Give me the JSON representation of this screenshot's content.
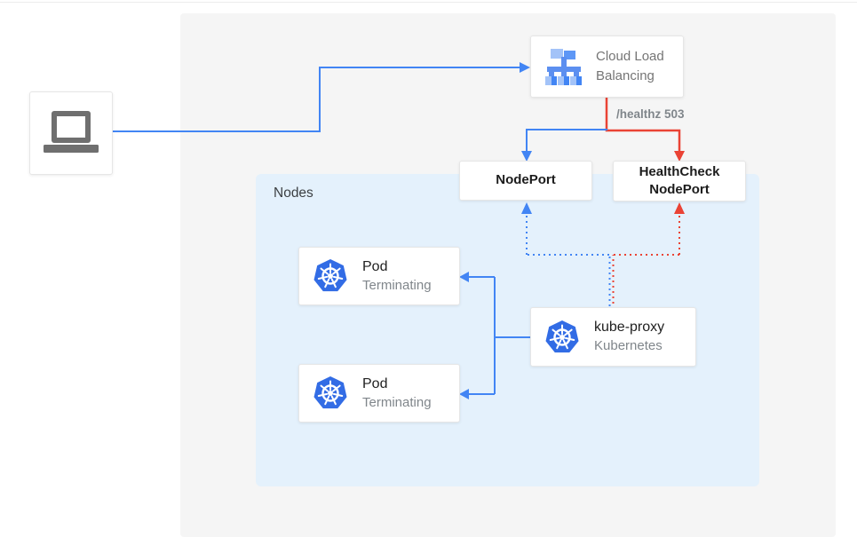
{
  "client": {
    "icon": "laptop-icon"
  },
  "load_balancer": {
    "label": "Cloud Load\nBalancing",
    "icon": "cloud-load-balancing-icon"
  },
  "healthz": {
    "label": "/healthz 503"
  },
  "nodeport": {
    "label": "NodePort"
  },
  "healthcheck_nodeport": {
    "label": "HealthCheck\nNodePort"
  },
  "nodes_group": {
    "label": "Nodes"
  },
  "pods": [
    {
      "title": "Pod",
      "subtitle": "Terminating",
      "icon": "kubernetes-icon"
    },
    {
      "title": "Pod",
      "subtitle": "Terminating",
      "icon": "kubernetes-icon"
    }
  ],
  "kube_proxy": {
    "title": "kube-proxy",
    "subtitle": "Kubernetes",
    "icon": "kubernetes-icon"
  },
  "colors": {
    "arrow_blue": "#4285f4",
    "arrow_red": "#ea4335",
    "nodes_bg": "#e4f1fc",
    "panel_bg": "#f5f5f5",
    "text_gray": "#80868b",
    "text_dark": "#212121",
    "k8s_blue": "#326ce5",
    "laptop_gray": "#6f6f6f"
  }
}
